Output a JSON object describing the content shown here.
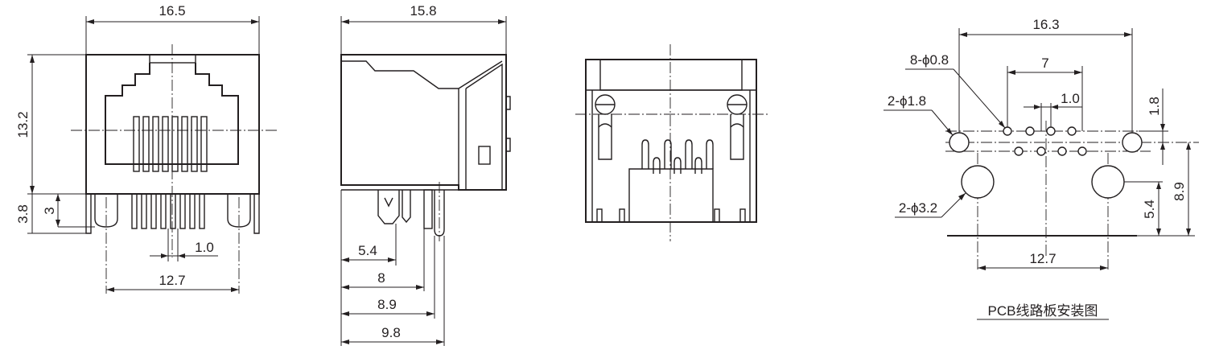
{
  "front_view": {
    "width": "16.5",
    "height": "13.2",
    "standoff": "3.8",
    "leg": "3",
    "pin_pitch": "1.0",
    "pin_span": "12.7"
  },
  "side_view": {
    "depth": "15.8",
    "dim_a": "5.4",
    "dim_b": "8",
    "dim_c": "8.9",
    "dim_d": "9.8"
  },
  "pcb_layout": {
    "width": "16.3",
    "pin_holes": "8-ϕ0.8",
    "mount_holes": "2-ϕ1.8",
    "locating_holes": "2-ϕ3.2",
    "row_span": "7",
    "pitch": "1.0",
    "offset_small": "1.8",
    "height": "8.9",
    "hole_offset": "5.4",
    "post_span": "12.7",
    "caption": "PCB线路板安装图"
  },
  "colors": {
    "line": "#231f20",
    "background": "#ffffff"
  }
}
